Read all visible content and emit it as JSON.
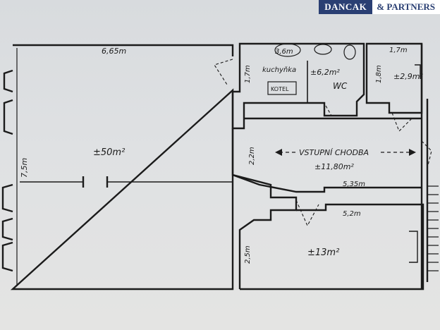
{
  "watermark": {
    "brand": "DANCAK",
    "suffix": "& PARTNERS"
  },
  "rooms": {
    "living": {
      "area": "±50m²",
      "width": "6,65m",
      "depth": "7,5m"
    },
    "kitchen": {
      "name": "kuchyňka",
      "area": "±6,2m²",
      "depth": "1,7m",
      "boiler": "KOTEL",
      "width": "3,6m"
    },
    "wc": {
      "label": "WC"
    },
    "storage": {
      "width": "1,7m",
      "depth": "1,8m",
      "area": "±2,9m²"
    },
    "hall": {
      "name": "VSTUPNÍ CHODBA",
      "area": "±11,80m²",
      "width": "2,2m",
      "length": "5,35m"
    },
    "bedroom": {
      "area": "±13m²",
      "width": "5,2m",
      "depth": "2,5m"
    }
  },
  "colors": {
    "ink": "#1b1b1b",
    "paper": "#dcdfe1",
    "brand": "#2a3f73"
  }
}
